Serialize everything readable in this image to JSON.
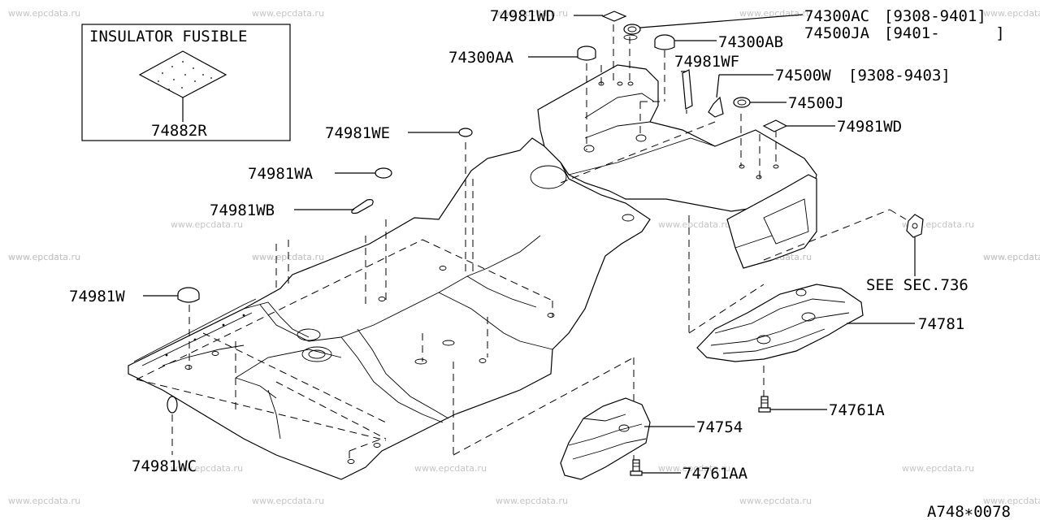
{
  "watermark": "www.epcdata.ru",
  "inset": {
    "title": "INSULATOR FUSIBLE",
    "part": "74882R"
  },
  "labels": {
    "p74981WD_top": "74981WD",
    "p74300AC": "74300AC",
    "p74300AC_range": "[9308-9401]",
    "p74500JA": "74500JA",
    "p74500JA_range": "[9401-      ]",
    "p74300AB": "74300AB",
    "p74300AA": "74300AA",
    "p74981WF": "74981WF",
    "p74500W": "74500W",
    "p74500W_range": "[9308-9403]",
    "p74500J": "74500J",
    "p74981WD_right": "74981WD",
    "p74981WE": "74981WE",
    "p74981WA": "74981WA",
    "p74981WB": "74981WB",
    "p74981W": "74981W",
    "p74981WC": "74981WC",
    "see_sec": "SEE SEC.736",
    "p74781": "74781",
    "p74761A": "74761A",
    "p74754": "74754",
    "p74761AA": "74761AA"
  },
  "footer": {
    "code": "A748∗0078"
  }
}
